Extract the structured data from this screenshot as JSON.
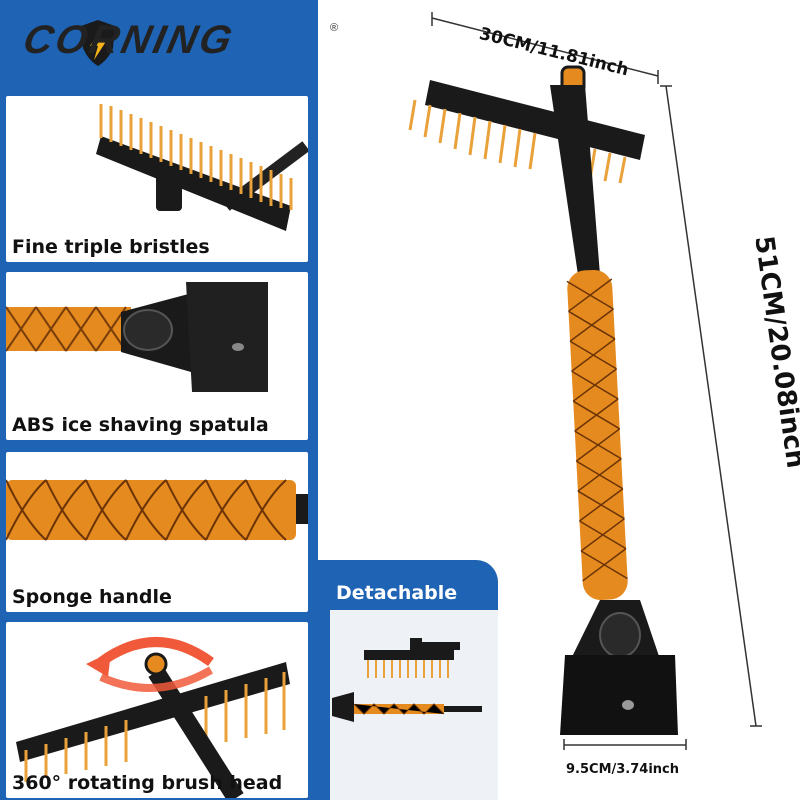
{
  "brand": {
    "name": "CORNING",
    "registered": "®"
  },
  "features": [
    {
      "label": "Fine triple bristles"
    },
    {
      "label": "ABS ice shaving spatula"
    },
    {
      "label": "Sponge handle"
    },
    {
      "label": "360° rotating brush head"
    }
  ],
  "detachable": {
    "title": "Detachable"
  },
  "dimensions": {
    "width_label": "30CM/11.81inch",
    "length_label": "51CM/20.08inch",
    "scraper_label": "9.5CM/3.74inch"
  },
  "colors": {
    "accent_blue": "#1e63b4",
    "bristle_orange": "#e9a13a",
    "handle_orange": "#e58a1f",
    "black": "#1a1a1a",
    "rotate_arrow": "#f05a3a"
  }
}
